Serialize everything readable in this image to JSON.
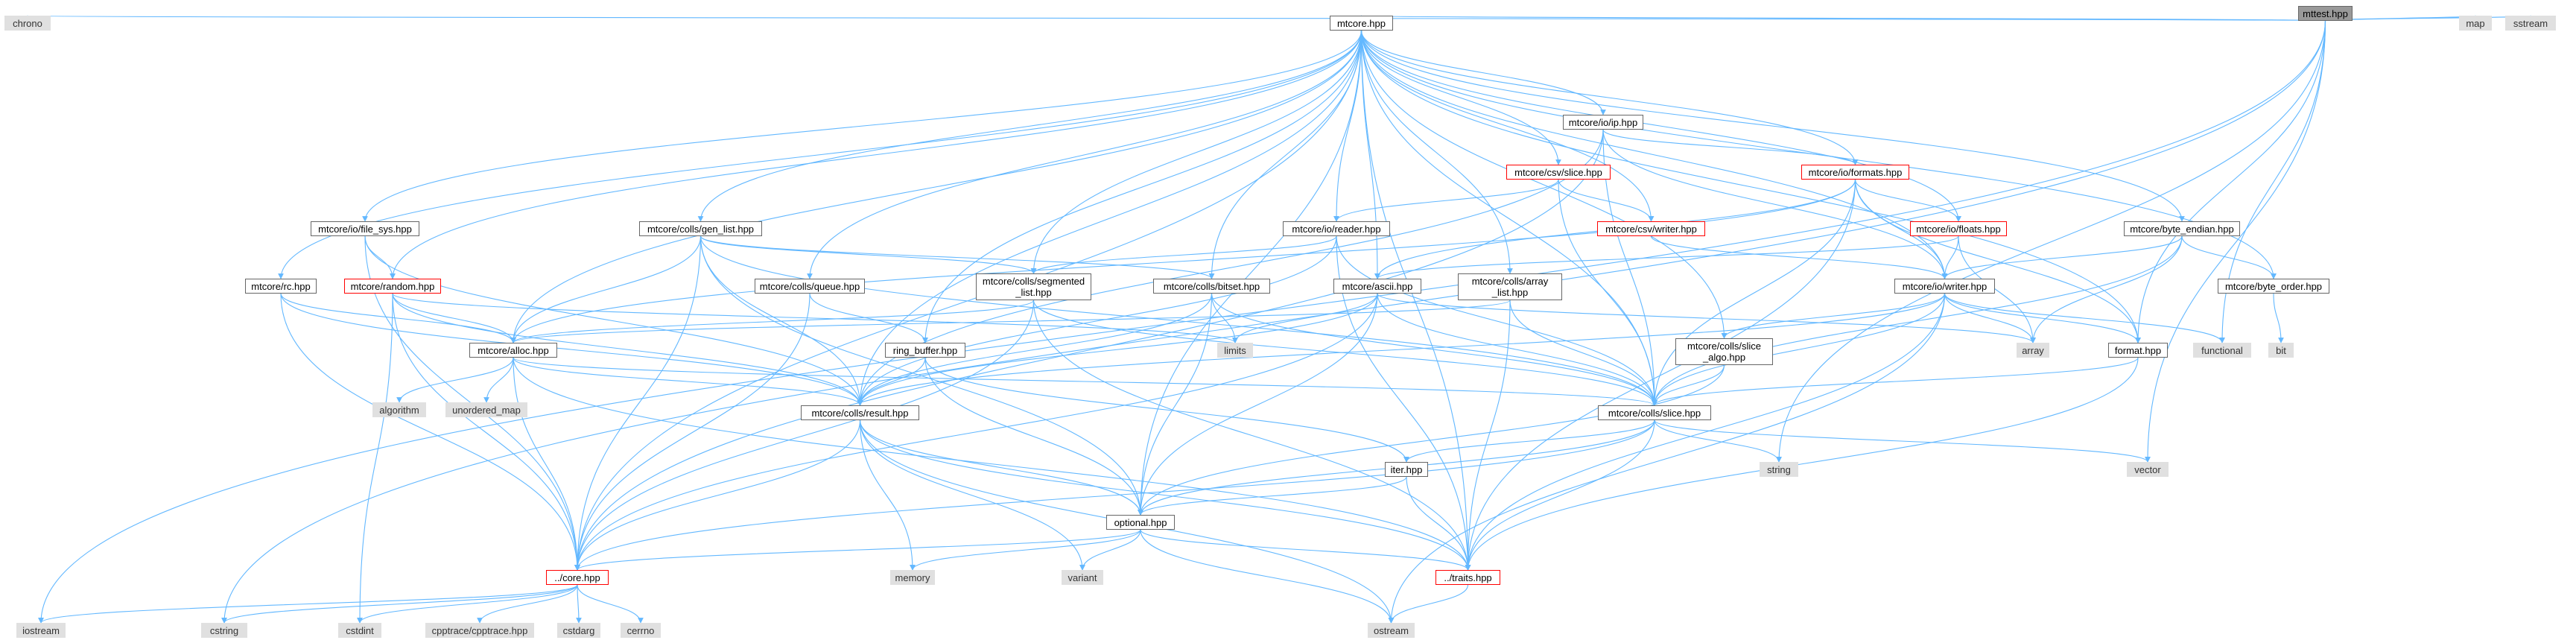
{
  "diagram": {
    "title": "",
    "edge_color": "#63b8ff",
    "nodes": {
      "mttest": "mttest.hpp",
      "mtcore": "mtcore.hpp",
      "chrono": "chrono",
      "map": "map",
      "sstream": "sstream",
      "io_ip": "mtcore/io/ip.hpp",
      "csv_slice": "mtcore/csv/slice.hpp",
      "io_formats": "mtcore/io/formats.hpp",
      "io_file_sys": "mtcore/io/file_sys.hpp",
      "gen_list": "mtcore/colls/gen_list.hpp",
      "io_reader": "mtcore/io/reader.hpp",
      "csv_writer": "mtcore/csv/writer.hpp",
      "io_floats": "mtcore/io/floats.hpp",
      "byte_endian": "mtcore/byte_endian.hpp",
      "rc": "mtcore/rc.hpp",
      "random": "mtcore/random.hpp",
      "queue": "mtcore/colls/queue.hpp",
      "segmented": "mtcore/colls/segmented\n_list.hpp",
      "bitset": "mtcore/colls/bitset.hpp",
      "ascii": "mtcore/ascii.hpp",
      "array_list": "mtcore/colls/array\n_list.hpp",
      "io_writer": "mtcore/io/writer.hpp",
      "byte_order": "mtcore/byte_order.hpp",
      "bit": "bit",
      "alloc": "mtcore/alloc.hpp",
      "ring_buffer": "ring_buffer.hpp",
      "limits": "limits",
      "slice_algo": "mtcore/colls/slice\n_algo.hpp",
      "array": "array",
      "format": "format.hpp",
      "functional": "functional",
      "algorithm": "algorithm",
      "unordered_map": "unordered_map",
      "result": "mtcore/colls/result.hpp",
      "slice": "mtcore/colls/slice.hpp",
      "string": "string",
      "vector": "vector",
      "iter": "iter.hpp",
      "optional": "optional.hpp",
      "memory": "memory",
      "variant": "variant",
      "core": "../core.hpp",
      "traits": "../traits.hpp",
      "iostream": "iostream",
      "cstring": "cstring",
      "cstdint": "cstdint",
      "cpptrace": "cpptrace/cpptrace.hpp",
      "cstdarg": "cstdarg",
      "cerrno": "cerrno",
      "ostream": "ostream"
    },
    "edges": [
      [
        "mttest",
        "mtcore"
      ],
      [
        "mttest",
        "chrono"
      ],
      [
        "mttest",
        "map"
      ],
      [
        "mttest",
        "sstream"
      ],
      [
        "mttest",
        "iostream"
      ],
      [
        "mttest",
        "cstring"
      ],
      [
        "mttest",
        "functional"
      ],
      [
        "mttest",
        "string"
      ],
      [
        "mttest",
        "vector"
      ],
      [
        "mttest",
        "format"
      ],
      [
        "mtcore",
        "io_ip"
      ],
      [
        "mtcore",
        "csv_slice"
      ],
      [
        "mtcore",
        "io_formats"
      ],
      [
        "mtcore",
        "io_file_sys"
      ],
      [
        "mtcore",
        "gen_list"
      ],
      [
        "mtcore",
        "io_reader"
      ],
      [
        "mtcore",
        "csv_writer"
      ],
      [
        "mtcore",
        "io_floats"
      ],
      [
        "mtcore",
        "byte_endian"
      ],
      [
        "mtcore",
        "rc"
      ],
      [
        "mtcore",
        "random"
      ],
      [
        "mtcore",
        "queue"
      ],
      [
        "mtcore",
        "segmented"
      ],
      [
        "mtcore",
        "bitset"
      ],
      [
        "mtcore",
        "ascii"
      ],
      [
        "mtcore",
        "array_list"
      ],
      [
        "mtcore",
        "io_writer"
      ],
      [
        "mtcore",
        "byte_order"
      ],
      [
        "mtcore",
        "alloc"
      ],
      [
        "mtcore",
        "ring_buffer"
      ],
      [
        "mtcore",
        "slice_algo"
      ],
      [
        "mtcore",
        "format"
      ],
      [
        "mtcore",
        "result"
      ],
      [
        "mtcore",
        "slice"
      ],
      [
        "mtcore",
        "optional"
      ],
      [
        "mtcore",
        "core"
      ],
      [
        "mtcore",
        "traits"
      ],
      [
        "io_ip",
        "io_formats"
      ],
      [
        "io_ip",
        "io_writer"
      ],
      [
        "io_ip",
        "core"
      ],
      [
        "io_ip",
        "result"
      ],
      [
        "io_ip",
        "slice"
      ],
      [
        "csv_slice",
        "csv_writer"
      ],
      [
        "csv_slice",
        "io_reader"
      ],
      [
        "csv_slice",
        "slice"
      ],
      [
        "io_formats",
        "io_floats"
      ],
      [
        "io_formats",
        "io_writer"
      ],
      [
        "io_formats",
        "ascii"
      ],
      [
        "io_formats",
        "alloc"
      ],
      [
        "io_formats",
        "slice"
      ],
      [
        "io_formats",
        "traits"
      ],
      [
        "io_formats",
        "format"
      ],
      [
        "io_file_sys",
        "random"
      ],
      [
        "io_file_sys",
        "core"
      ],
      [
        "io_file_sys",
        "result"
      ],
      [
        "gen_list",
        "segmented"
      ],
      [
        "gen_list",
        "bitset"
      ],
      [
        "gen_list",
        "alloc"
      ],
      [
        "gen_list",
        "result"
      ],
      [
        "gen_list",
        "core"
      ],
      [
        "gen_list",
        "optional"
      ],
      [
        "gen_list",
        "slice"
      ],
      [
        "io_reader",
        "segmented"
      ],
      [
        "io_reader",
        "result"
      ],
      [
        "io_reader",
        "slice"
      ],
      [
        "io_reader",
        "traits"
      ],
      [
        "csv_writer",
        "io_writer"
      ],
      [
        "io_floats",
        "io_writer"
      ],
      [
        "io_floats",
        "array"
      ],
      [
        "io_floats",
        "ascii"
      ],
      [
        "byte_endian",
        "byte_order"
      ],
      [
        "byte_endian",
        "io_writer"
      ],
      [
        "byte_endian",
        "array"
      ],
      [
        "byte_endian",
        "slice"
      ],
      [
        "byte_order",
        "bit"
      ],
      [
        "rc",
        "alloc"
      ],
      [
        "rc",
        "core"
      ],
      [
        "rc",
        "result"
      ],
      [
        "random",
        "alloc"
      ],
      [
        "random",
        "core"
      ],
      [
        "random",
        "result"
      ],
      [
        "random",
        "limits"
      ],
      [
        "random",
        "cstdint"
      ],
      [
        "queue",
        "ring_buffer"
      ],
      [
        "queue",
        "core"
      ],
      [
        "segmented",
        "alloc"
      ],
      [
        "segmented",
        "core"
      ],
      [
        "segmented",
        "slice"
      ],
      [
        "segmented",
        "traits"
      ],
      [
        "bitset",
        "limits"
      ],
      [
        "bitset",
        "result"
      ],
      [
        "bitset",
        "optional"
      ],
      [
        "bitset",
        "slice"
      ],
      [
        "ascii",
        "limits"
      ],
      [
        "ascii",
        "result"
      ],
      [
        "ascii",
        "core"
      ],
      [
        "ascii",
        "slice"
      ],
      [
        "ascii",
        "optional"
      ],
      [
        "ascii",
        "array"
      ],
      [
        "array_list",
        "alloc"
      ],
      [
        "array_list",
        "slice"
      ],
      [
        "array_list",
        "traits"
      ],
      [
        "io_writer",
        "slice_algo"
      ],
      [
        "io_writer",
        "format"
      ],
      [
        "io_writer",
        "array"
      ],
      [
        "io_writer",
        "functional"
      ],
      [
        "io_writer",
        "slice"
      ],
      [
        "io_writer",
        "result"
      ],
      [
        "io_writer",
        "traits"
      ],
      [
        "io_writer",
        "ostream"
      ],
      [
        "alloc",
        "algorithm"
      ],
      [
        "alloc",
        "unordered_map"
      ],
      [
        "alloc",
        "result"
      ],
      [
        "alloc",
        "core"
      ],
      [
        "alloc",
        "slice"
      ],
      [
        "alloc",
        "traits"
      ],
      [
        "ring_buffer",
        "result"
      ],
      [
        "ring_buffer",
        "optional"
      ],
      [
        "ring_buffer",
        "iter"
      ],
      [
        "slice_algo",
        "slice"
      ],
      [
        "slice_algo",
        "optional"
      ],
      [
        "format",
        "slice"
      ],
      [
        "format",
        "traits"
      ],
      [
        "result",
        "optional"
      ],
      [
        "result",
        "core"
      ],
      [
        "result",
        "memory"
      ],
      [
        "result",
        "variant"
      ],
      [
        "result",
        "ostream"
      ],
      [
        "result",
        "traits"
      ],
      [
        "slice",
        "iter"
      ],
      [
        "slice",
        "optional"
      ],
      [
        "slice",
        "string"
      ],
      [
        "slice",
        "vector"
      ],
      [
        "slice",
        "core"
      ],
      [
        "slice",
        "traits"
      ],
      [
        "iter",
        "optional"
      ],
      [
        "iter",
        "traits"
      ],
      [
        "optional",
        "core"
      ],
      [
        "optional",
        "memory"
      ],
      [
        "optional",
        "variant"
      ],
      [
        "optional",
        "ostream"
      ],
      [
        "optional",
        "traits"
      ],
      [
        "core",
        "iostream"
      ],
      [
        "core",
        "cstring"
      ],
      [
        "core",
        "cstdint"
      ],
      [
        "core",
        "cpptrace"
      ],
      [
        "core",
        "cstdarg"
      ],
      [
        "core",
        "cerrno"
      ],
      [
        "traits",
        "ostream"
      ]
    ]
  }
}
